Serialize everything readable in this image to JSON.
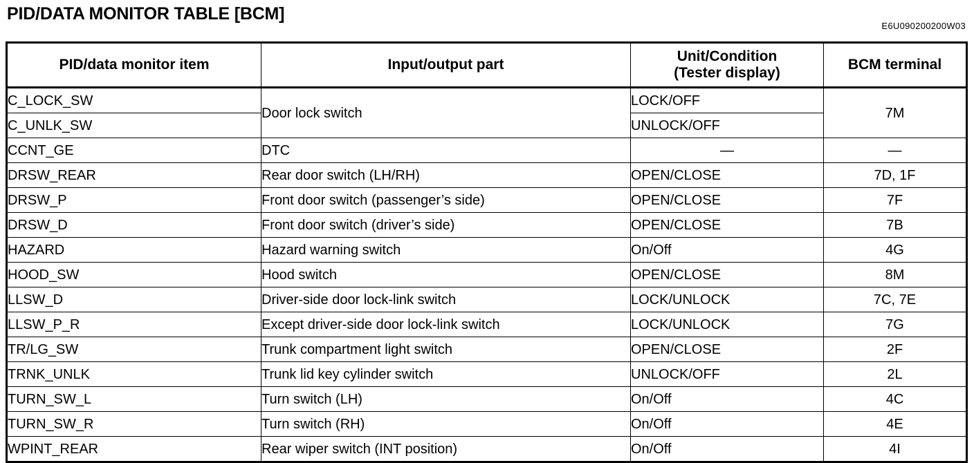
{
  "document": {
    "title": "PID/DATA MONITOR TABLE [BCM]",
    "code": "E6U090200200W03"
  },
  "table": {
    "headers": {
      "item": "PID/data monitor item",
      "part": "Input/output part",
      "unit_line1": "Unit/Condition",
      "unit_line2": "(Tester display)",
      "terminal": "BCM terminal"
    },
    "rows": [
      {
        "item": "C_LOCK_SW",
        "part": "Door lock switch",
        "part_rowspan": 2,
        "unit": "LOCK/OFF",
        "unit_align": "left",
        "terminal": "7M",
        "terminal_rowspan": 2
      },
      {
        "item": "C_UNLK_SW",
        "unit": "UNLOCK/OFF",
        "unit_align": "left"
      },
      {
        "item": "CCNT_GE",
        "part": "DTC",
        "unit": "—",
        "unit_align": "center",
        "terminal": "—"
      },
      {
        "item": "DRSW_REAR",
        "part": "Rear door switch (LH/RH)",
        "unit": "OPEN/CLOSE",
        "unit_align": "left",
        "terminal": "7D, 1F"
      },
      {
        "item": "DRSW_P",
        "part": "Front door switch (passenger’s side)",
        "unit": "OPEN/CLOSE",
        "unit_align": "left",
        "terminal": "7F"
      },
      {
        "item": "DRSW_D",
        "part": "Front door switch (driver’s side)",
        "unit": "OPEN/CLOSE",
        "unit_align": "left",
        "terminal": "7B"
      },
      {
        "item": "HAZARD",
        "part": "Hazard warning switch",
        "unit": "On/Off",
        "unit_align": "left",
        "terminal": "4G"
      },
      {
        "item": "HOOD_SW",
        "part": "Hood switch",
        "unit": "OPEN/CLOSE",
        "unit_align": "left",
        "terminal": "8M"
      },
      {
        "item": "LLSW_D",
        "part": "Driver-side door lock-link switch",
        "unit": "LOCK/UNLOCK",
        "unit_align": "left",
        "terminal": "7C, 7E"
      },
      {
        "item": "LLSW_P_R",
        "part": "Except driver-side door lock-link switch",
        "unit": "LOCK/UNLOCK",
        "unit_align": "left",
        "terminal": "7G"
      },
      {
        "item": "TR/LG_SW",
        "part": "Trunk compartment light switch",
        "unit": "OPEN/CLOSE",
        "unit_align": "left",
        "terminal": "2F"
      },
      {
        "item": "TRNK_UNLK",
        "part": "Trunk lid key cylinder switch",
        "unit": "UNLOCK/OFF",
        "unit_align": "left",
        "terminal": "2L"
      },
      {
        "item": "TURN_SW_L",
        "part": "Turn switch (LH)",
        "unit": "On/Off",
        "unit_align": "left",
        "terminal": "4C"
      },
      {
        "item": "TURN_SW_R",
        "part": "Turn switch (RH)",
        "unit": "On/Off",
        "unit_align": "left",
        "terminal": "4E"
      },
      {
        "item": "WPINT_REAR",
        "part": "Rear wiper switch (INT position)",
        "unit": "On/Off",
        "unit_align": "left",
        "terminal": "4I"
      }
    ]
  }
}
